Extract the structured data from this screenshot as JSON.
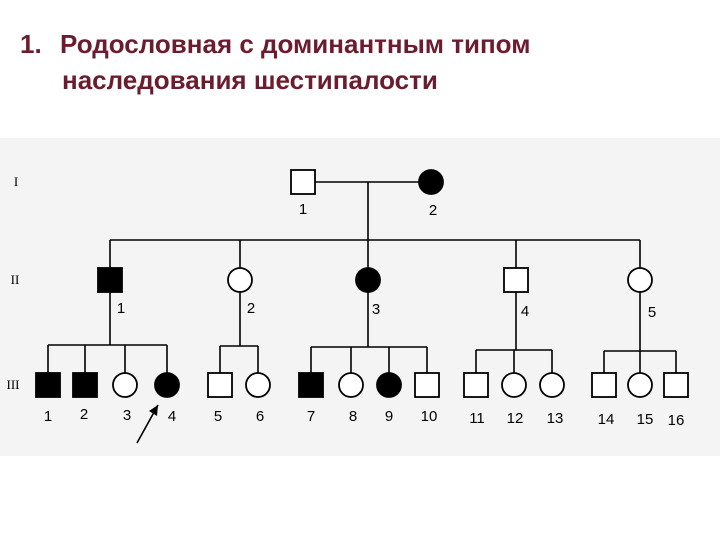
{
  "slide": {
    "title_number": "1.",
    "title_line1": "Родословная с доминантным типом",
    "title_line2": "наследования шестипалости"
  },
  "colors": {
    "title": "#6b1c2e",
    "affected": "#000000",
    "unaffected": "#ffffff",
    "panel": "#f4f4f4"
  },
  "pedigree": {
    "generations": [
      {
        "id": "I",
        "label": "I"
      },
      {
        "id": "II",
        "label": "II"
      },
      {
        "id": "III",
        "label": "III"
      }
    ],
    "individuals": [
      {
        "gen": "I",
        "label": "1",
        "sex": "male",
        "affected": false
      },
      {
        "gen": "I",
        "label": "2",
        "sex": "female",
        "affected": true
      },
      {
        "gen": "II",
        "label": "1",
        "sex": "male",
        "affected": true
      },
      {
        "gen": "II",
        "label": "2",
        "sex": "female",
        "affected": false
      },
      {
        "gen": "II",
        "label": "3",
        "sex": "female",
        "affected": true
      },
      {
        "gen": "II",
        "label": "4",
        "sex": "male",
        "affected": false
      },
      {
        "gen": "II",
        "label": "5",
        "sex": "female",
        "affected": false
      },
      {
        "gen": "III",
        "label": "1",
        "sex": "male",
        "affected": true
      },
      {
        "gen": "III",
        "label": "2",
        "sex": "male",
        "affected": true
      },
      {
        "gen": "III",
        "label": "3",
        "sex": "female",
        "affected": false
      },
      {
        "gen": "III",
        "label": "4",
        "sex": "female",
        "affected": true,
        "proband": true
      },
      {
        "gen": "III",
        "label": "5",
        "sex": "male",
        "affected": false
      },
      {
        "gen": "III",
        "label": "6",
        "sex": "female",
        "affected": false
      },
      {
        "gen": "III",
        "label": "7",
        "sex": "male",
        "affected": true
      },
      {
        "gen": "III",
        "label": "8",
        "sex": "female",
        "affected": false
      },
      {
        "gen": "III",
        "label": "9",
        "sex": "female",
        "affected": true
      },
      {
        "gen": "III",
        "label": "10",
        "sex": "male",
        "affected": false
      },
      {
        "gen": "III",
        "label": "11",
        "sex": "male",
        "affected": false
      },
      {
        "gen": "III",
        "label": "12",
        "sex": "female",
        "affected": false
      },
      {
        "gen": "III",
        "label": "13",
        "sex": "female",
        "affected": false
      },
      {
        "gen": "III",
        "label": "14",
        "sex": "male",
        "affected": false
      },
      {
        "gen": "III",
        "label": "15",
        "sex": "female",
        "affected": false
      },
      {
        "gen": "III",
        "label": "16",
        "sex": "male",
        "affected": false
      }
    ]
  }
}
